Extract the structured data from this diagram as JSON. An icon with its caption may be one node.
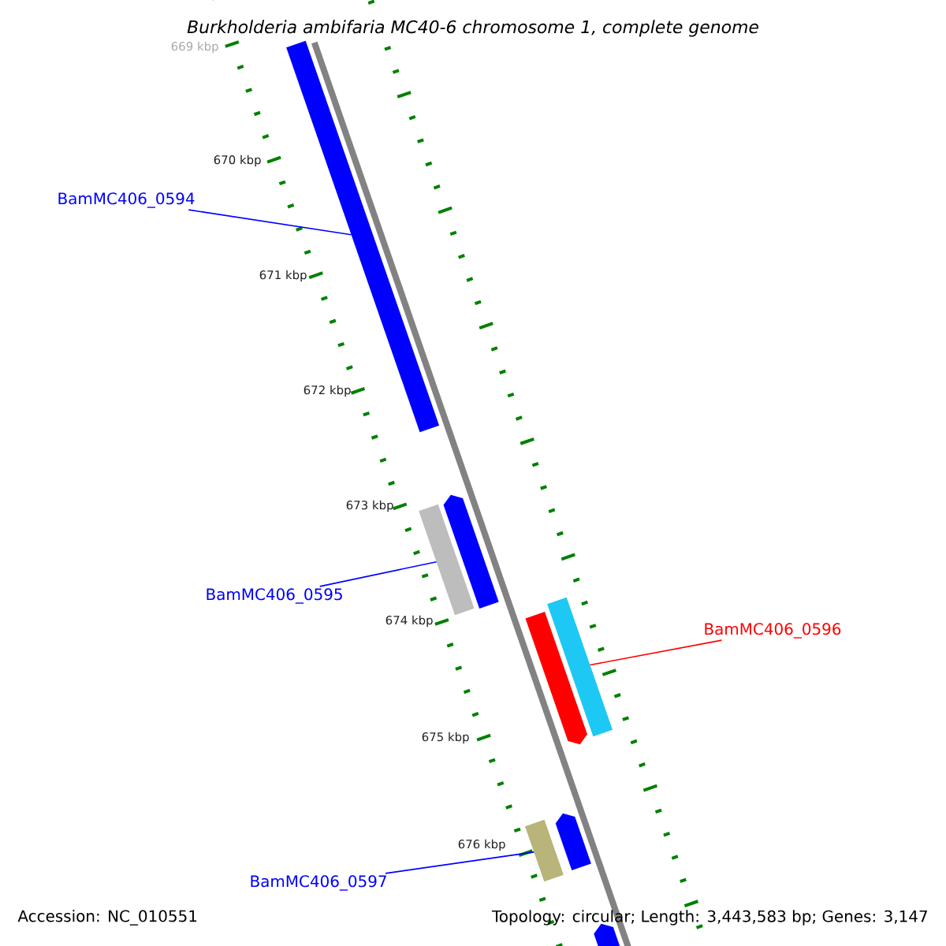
{
  "diagram": {
    "title": "Burkholderia ambifaria MC40-6 chromosome 1, complete genome",
    "nodes": [
      {
        "text": [
          "BamMC406_0594"
        ]
      },
      {
        "text": [],
        "shape": "bar"
      },
      {
        "text": [
          "BamMC406_0595"
        ]
      },
      {
        "text": [],
        "shape": "bar"
      },
      {
        "text": [],
        "shape": "bar"
      },
      {
        "text": [
          "BamMC406_0596"
        ]
      },
      {
        "text": [],
        "shape": "bar"
      },
      {
        "text": [],
        "shape": "bar"
      },
      {
        "text": [
          "BamMC406_0597"
        ]
      },
      {
        "text": [],
        "shape": "bar"
      },
      {
        "text": [],
        "shape": "bar"
      },
      {
        "text": [],
        "shape": "bar"
      }
    ],
    "edges": [
      {
        "from": 0,
        "to": 1,
        "arrow": "none"
      },
      {
        "from": 2,
        "to": 3,
        "arrow": "none"
      },
      {
        "from": 5,
        "to": 7,
        "arrow": "none",
        "color": "#ff0000"
      },
      {
        "from": 8,
        "to": 9,
        "arrow": "none"
      }
    ],
    "labels": [
      "669 kbp",
      "670 kbp",
      "671 kbp",
      "672 kbp",
      "673 kbp",
      "674 kbp",
      "675 kbp",
      "676 kbp",
      "Accession: NC_010551",
      "Topology: circular; Length: 3,443,583 bp; Genes: 3,147"
    ]
  }
}
